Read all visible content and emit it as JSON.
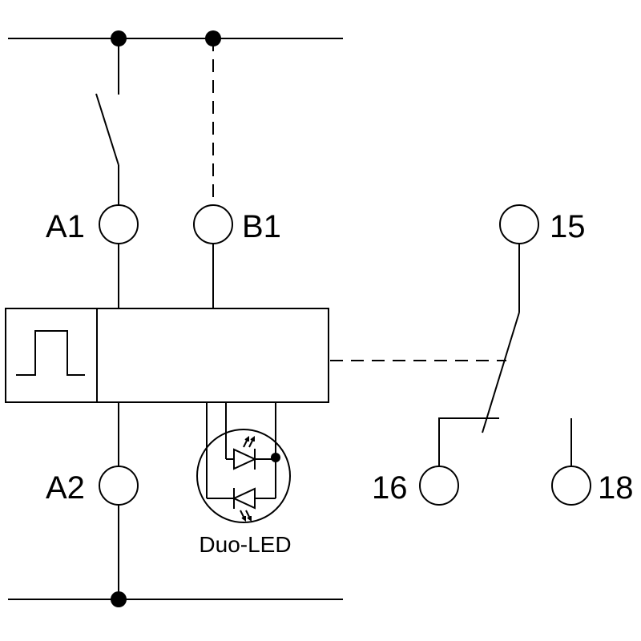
{
  "diagram": {
    "terminals": {
      "a1": "A1",
      "b1": "B1",
      "a2": "A2",
      "t15": "15",
      "t16": "16",
      "t18": "18"
    },
    "led_label": "Duo-LED"
  }
}
